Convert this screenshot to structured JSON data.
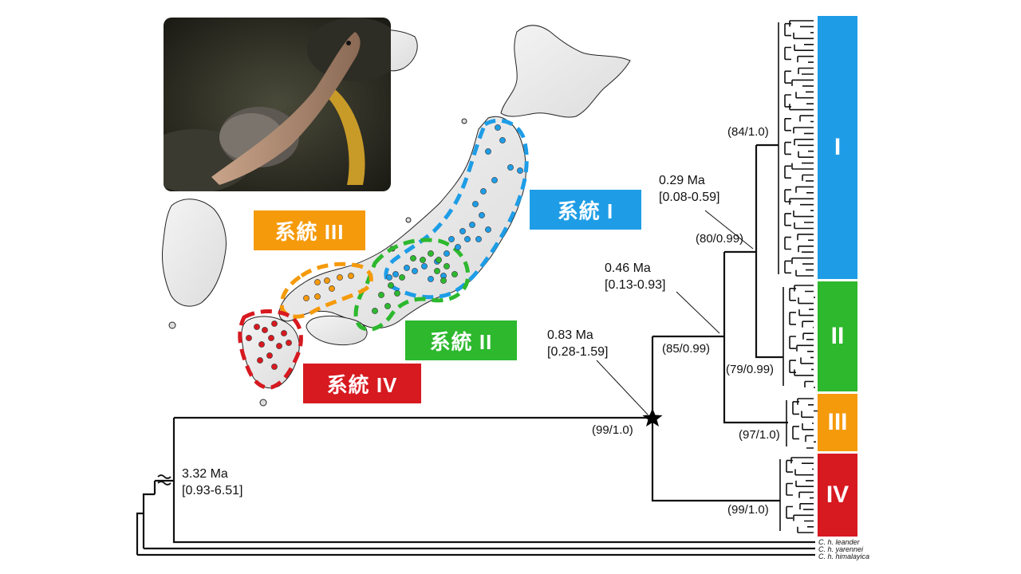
{
  "colors": {
    "lineage_I": "#1e9de6",
    "lineage_II": "#2db82e",
    "lineage_III": "#f59a0b",
    "lineage_IV": "#d71920"
  },
  "lineage_labels": {
    "I": "系統 I",
    "II": "系統 II",
    "III": "系統 III",
    "IV": "系統 IV"
  },
  "clades": [
    "I",
    "II",
    "III",
    "IV"
  ],
  "ages": {
    "root": {
      "age": "3.32 Ma",
      "ci": "[0.93-6.51]"
    },
    "star": {
      "age": "0.83 Ma",
      "ci": "[0.28-1.59]"
    },
    "mid": {
      "age": "0.46 Ma",
      "ci": "[0.13-0.93]"
    },
    "top": {
      "age": "0.29 Ma",
      "ci": "[0.08-0.59]"
    }
  },
  "support": {
    "n84": "(84/1.0)",
    "n80": "(80/0.99)",
    "n85": "(85/0.99)",
    "n79": "(79/0.99)",
    "n97": "(97/1.0)",
    "n99a": "(99/1.0)",
    "n99b": "(99/1.0)"
  },
  "outgroups": [
    "C. h. leander",
    "C. h. yarennei",
    "C. h. himalayica"
  ],
  "icons": [
    "break-marker-icon",
    "star-node-icon"
  ]
}
